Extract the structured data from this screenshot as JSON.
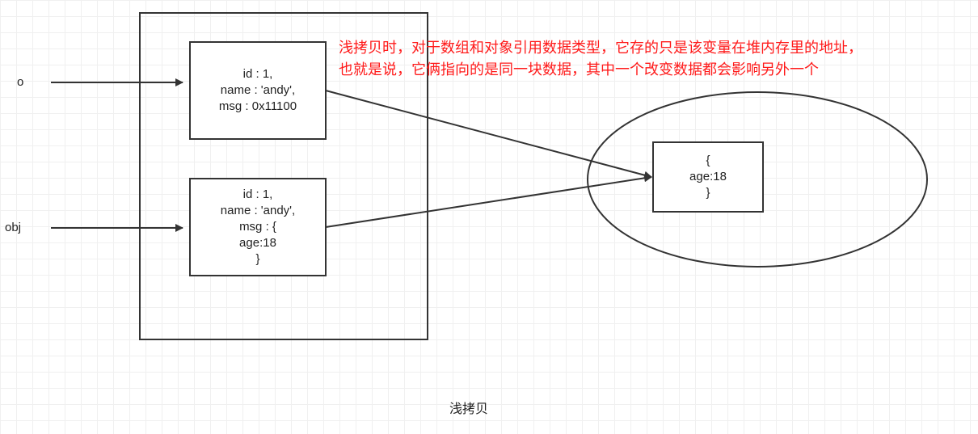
{
  "labels": {
    "o": "o",
    "obj": "obj"
  },
  "boxes": {
    "o_object": "id : 1,\nname : 'andy',\nmsg : 0x11100",
    "obj_object": "id : 1,\nname : 'andy',\nmsg : {\nage:18\n}",
    "heap_object": "{\nage:18\n}"
  },
  "annotation": {
    "line1": "浅拷贝时，对于数组和对象引用数据类型，它存的只是该变量在堆内存里的地址，",
    "line2": "也就是说，它俩指向的是同一块数据，其中一个改变数据都会影响另外一个"
  },
  "caption": "浅拷贝"
}
